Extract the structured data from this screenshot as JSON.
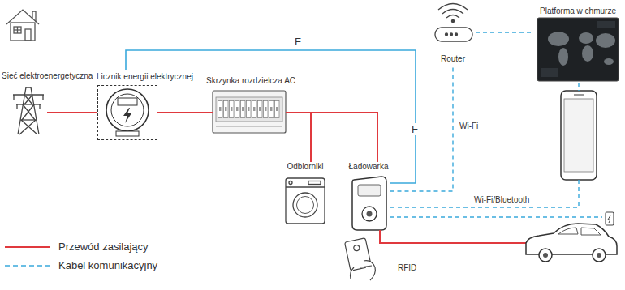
{
  "diagram": {
    "nodes": [
      {
        "text": [
          "Sieć elektroenergetyczna"
        ]
      },
      {
        "text": [
          "Licznik energii elektrycznej"
        ]
      },
      {
        "text": [
          "Skrzynka rozdzielcza AC"
        ]
      },
      {
        "text": [
          "Odbiorniki"
        ]
      },
      {
        "text": [
          "Ładowarka"
        ]
      },
      {
        "text": [
          "RFID"
        ]
      },
      {
        "text": [
          "Router"
        ]
      },
      {
        "text": [
          "Platforma w chmurze"
        ]
      }
    ],
    "edges": [
      {
        "from": 0,
        "to": 1,
        "arrow": "none"
      },
      {
        "from": 1,
        "to": 2,
        "arrow": "none"
      },
      {
        "from": 2,
        "to": 3,
        "arrow": "none"
      },
      {
        "from": 2,
        "to": 4,
        "arrow": "none"
      },
      {
        "from": 1,
        "to": 4,
        "label": "F",
        "arrow": "none"
      },
      {
        "from": 4,
        "to": 6,
        "arrow": "none"
      },
      {
        "from": 6,
        "to": 7,
        "arrow": "none"
      }
    ],
    "labels": [
      "F",
      "Wi-Fi",
      "Wi-Fi/Bluetooth"
    ],
    "legend": [
      {
        "text": "Przewód zasilający"
      },
      {
        "text": "Kabel komunikacyjny"
      }
    ]
  }
}
